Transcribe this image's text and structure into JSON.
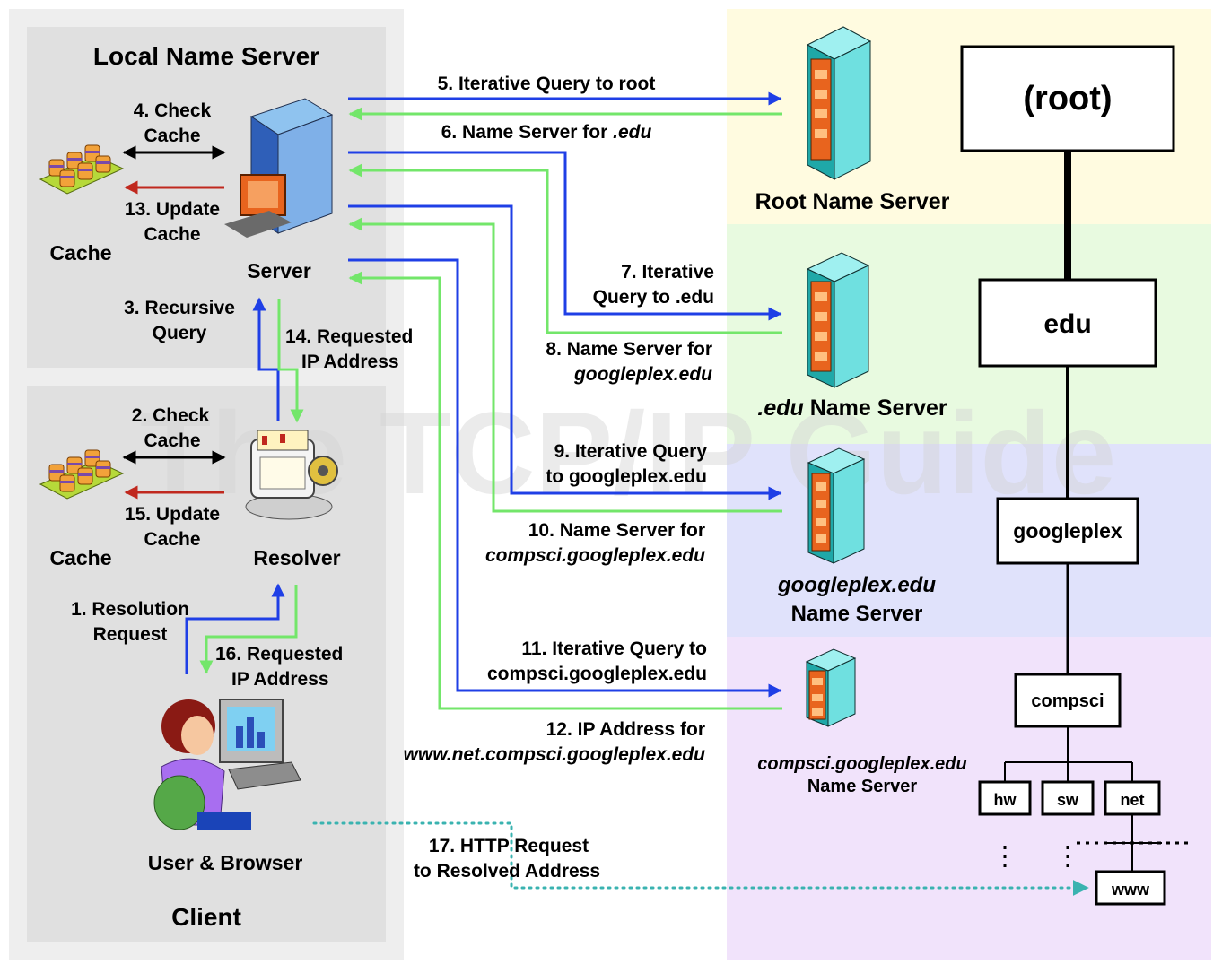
{
  "watermark": "The TCP/IP Guide",
  "colors": {
    "query": "#1f3fe6",
    "response": "#73e66a",
    "cache_update": "#c0281e",
    "cache_check": "#000000",
    "http": "#3ab3b0",
    "root_band": "#fffbe0",
    "edu_band": "#e8fae0",
    "googleplex_band": "#e0e2fb",
    "compsci_band": "#f1e3fb",
    "panel": "#e0e0e0"
  },
  "panels": {
    "local_title": "Local Name Server",
    "client_title": "Client"
  },
  "nodes": {
    "server": "Server",
    "cache_top": "Cache",
    "cache_bottom": "Cache",
    "resolver": "Resolver",
    "user": "User & Browser",
    "root_ns": "Root Name Server",
    "edu_ns_italic": ".edu",
    "edu_ns_rest": " Name Server",
    "gp_ns_line1": "googleplex.edu",
    "gp_ns_line2": "Name Server",
    "cs_ns_line1": "compsci.googleplex.edu",
    "cs_ns_line2": "Name Server"
  },
  "steps": {
    "s1_l1": "1. Resolution",
    "s1_l2": "Request",
    "s2_l1": "2. Check",
    "s2_l2": "Cache",
    "s3_l1": "3. Recursive",
    "s3_l2": "Query",
    "s4_l1": "4. Check",
    "s4_l2": "Cache",
    "s5": "5. Iterative Query to root",
    "s6_a": "6. Name Server for ",
    "s6_b": ".edu",
    "s7_l1": "7. Iterative",
    "s7_l2": "Query to .edu",
    "s8_l1": "8. Name Server for",
    "s8_l2": "googleplex.edu",
    "s9_l1": "9. Iterative Query",
    "s9_l2": "to googleplex.edu",
    "s10_l1": "10. Name Server for",
    "s10_l2": "compsci.googleplex.edu",
    "s11_l1": "11. Iterative Query to",
    "s11_l2": "compsci.googleplex.edu",
    "s12_l1": "12. IP Address for",
    "s12_l2": "www.net.compsci.googleplex.edu",
    "s13_l1": "13. Update",
    "s13_l2": "Cache",
    "s14_l1": "14. Requested",
    "s14_l2": "IP Address",
    "s15_l1": "15. Update",
    "s15_l2": "Cache",
    "s16_l1": "16. Requested",
    "s16_l2": "IP Address",
    "s17_l1": "17. HTTP Request",
    "s17_l2": "to Resolved Address"
  },
  "tree": {
    "root": "(root)",
    "edu": "edu",
    "googleplex": "googleplex",
    "compsci": "compsci",
    "hw": "hw",
    "sw": "sw",
    "net": "net",
    "www": "www"
  }
}
